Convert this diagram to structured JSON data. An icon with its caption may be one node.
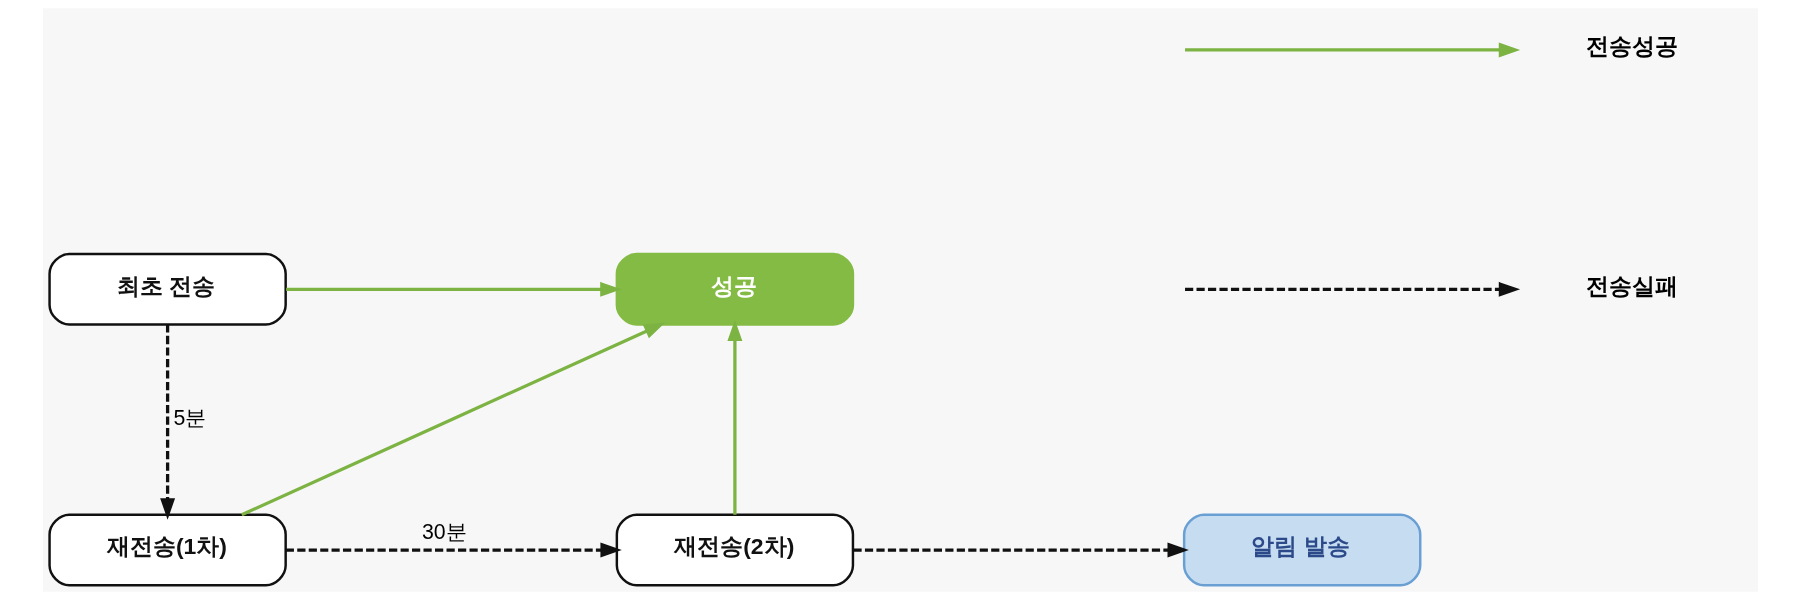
{
  "diagram": {
    "nodes": [
      {
        "text": [
          "최초 전송"
        ]
      },
      {
        "text": [
          "성공"
        ]
      },
      {
        "text": [
          "재전송(1차)"
        ]
      },
      {
        "text": [
          "재전송(2차)"
        ]
      },
      {
        "text": [
          "알림 발송"
        ]
      }
    ],
    "edges": [
      {
        "from": 0,
        "to": 1,
        "arrow": "to",
        "color": "#7cb342"
      },
      {
        "from": 0,
        "to": 2,
        "arrow": "to",
        "style": "dashed",
        "color": "#111111",
        "label": "5분"
      },
      {
        "from": 2,
        "to": 1,
        "arrow": "to",
        "color": "#7cb342"
      },
      {
        "from": 2,
        "to": 3,
        "arrow": "to",
        "style": "dashed",
        "color": "#111111",
        "label": "30분"
      },
      {
        "from": 3,
        "to": 1,
        "arrow": "to",
        "color": "#7cb342"
      },
      {
        "from": 3,
        "to": 4,
        "arrow": "to",
        "style": "dashed",
        "color": "#111111"
      }
    ],
    "legend": [
      {
        "text": "전송성공"
      },
      {
        "text": "전송실패"
      }
    ]
  }
}
